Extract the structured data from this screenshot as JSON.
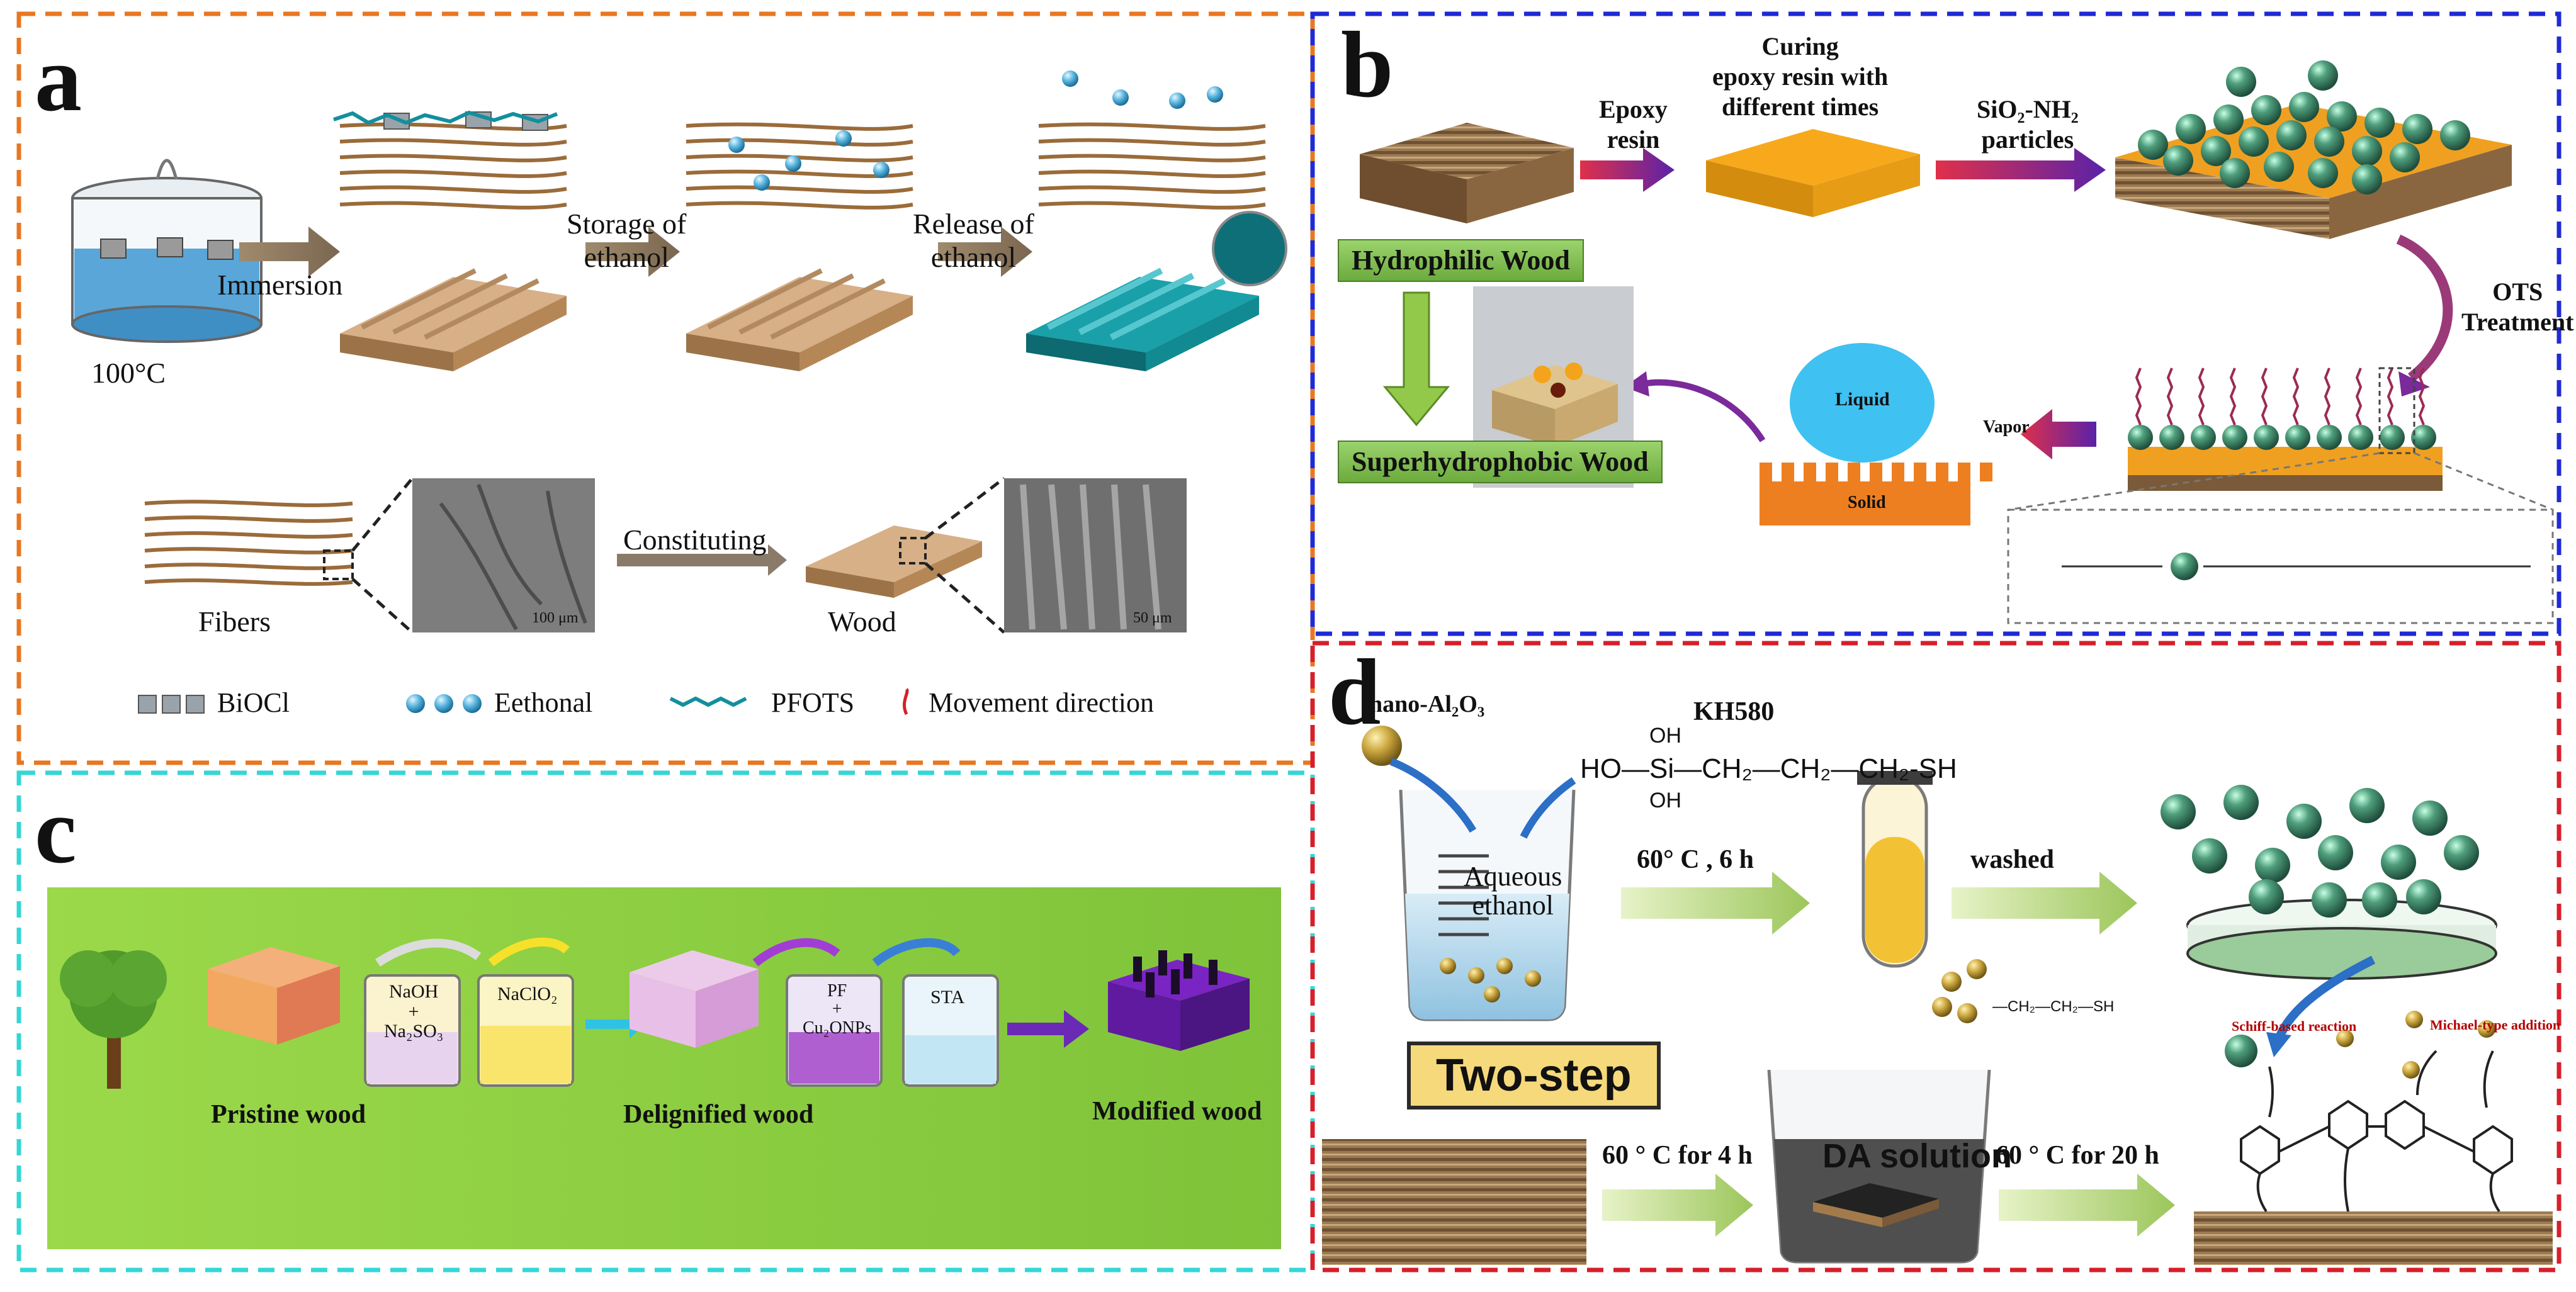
{
  "colors": {
    "border_a": "#e87722",
    "border_b": "#1f2ad6",
    "border_c": "#35d6d6",
    "border_d": "#d61f2a",
    "wood": "#c69a6a",
    "green_bg": "#8ecc3a",
    "epoxy": "#f5a21a",
    "silica": "#3f8e6f"
  },
  "panel_a": {
    "letter": "a",
    "temp": "100°C",
    "immersion": "Immersion",
    "storage": "Storage of\nethanol",
    "release": "Release of\nethanol",
    "fibers": "Fibers",
    "constituting": "Constituting",
    "wood": "Wood",
    "scale1": "100 μm",
    "scale2": "50 μm",
    "legend": [
      "BiOCl",
      "Eethonal",
      "PFOTS",
      "Movement direction"
    ]
  },
  "panel_b": {
    "letter": "b",
    "epoxy": "Epoxy\nresin",
    "curing": "Curing\nepoxy resin with\ndifferent times",
    "sio2": "SiO₂-NH₂\nparticles",
    "ots": "OTS\nTreatment",
    "hydrophilic": "Hydrophilic Wood",
    "superhydrophobic": "Superhydrophobic Wood",
    "liquid": "Liquid",
    "vapor": "Vapor",
    "solid": "Solid"
  },
  "panel_c": {
    "letter": "c",
    "pristine": "Pristine wood",
    "delignified": "Delignified wood",
    "modified": "Modified wood",
    "beaker1": "NaOH\n+\nNa₂SO₃",
    "beaker2": "NaClO₂",
    "beaker3": "PF\n+\nCu₂ONPs",
    "beaker4": "STA"
  },
  "panel_d": {
    "letter": "d",
    "nano": "nano-Al₂O₃",
    "kh580": "KH580",
    "formula_main": "HO—Si—CH₂—CH₂—CH₂-SH",
    "oh_top": "OH",
    "oh_bottom": "OH",
    "aqueous": "Aqueous\nethanol",
    "step1": "60° C , 6 h",
    "washed": "washed",
    "twostep": "Two-step",
    "da": "DA solution",
    "step2": "60 ° C for 4 h",
    "step3": "60 ° C for 20 h",
    "schiff": "Schiff-based reaction",
    "michael": "Michael-type addition",
    "chain": "—CH₂—CH₂—SH"
  }
}
